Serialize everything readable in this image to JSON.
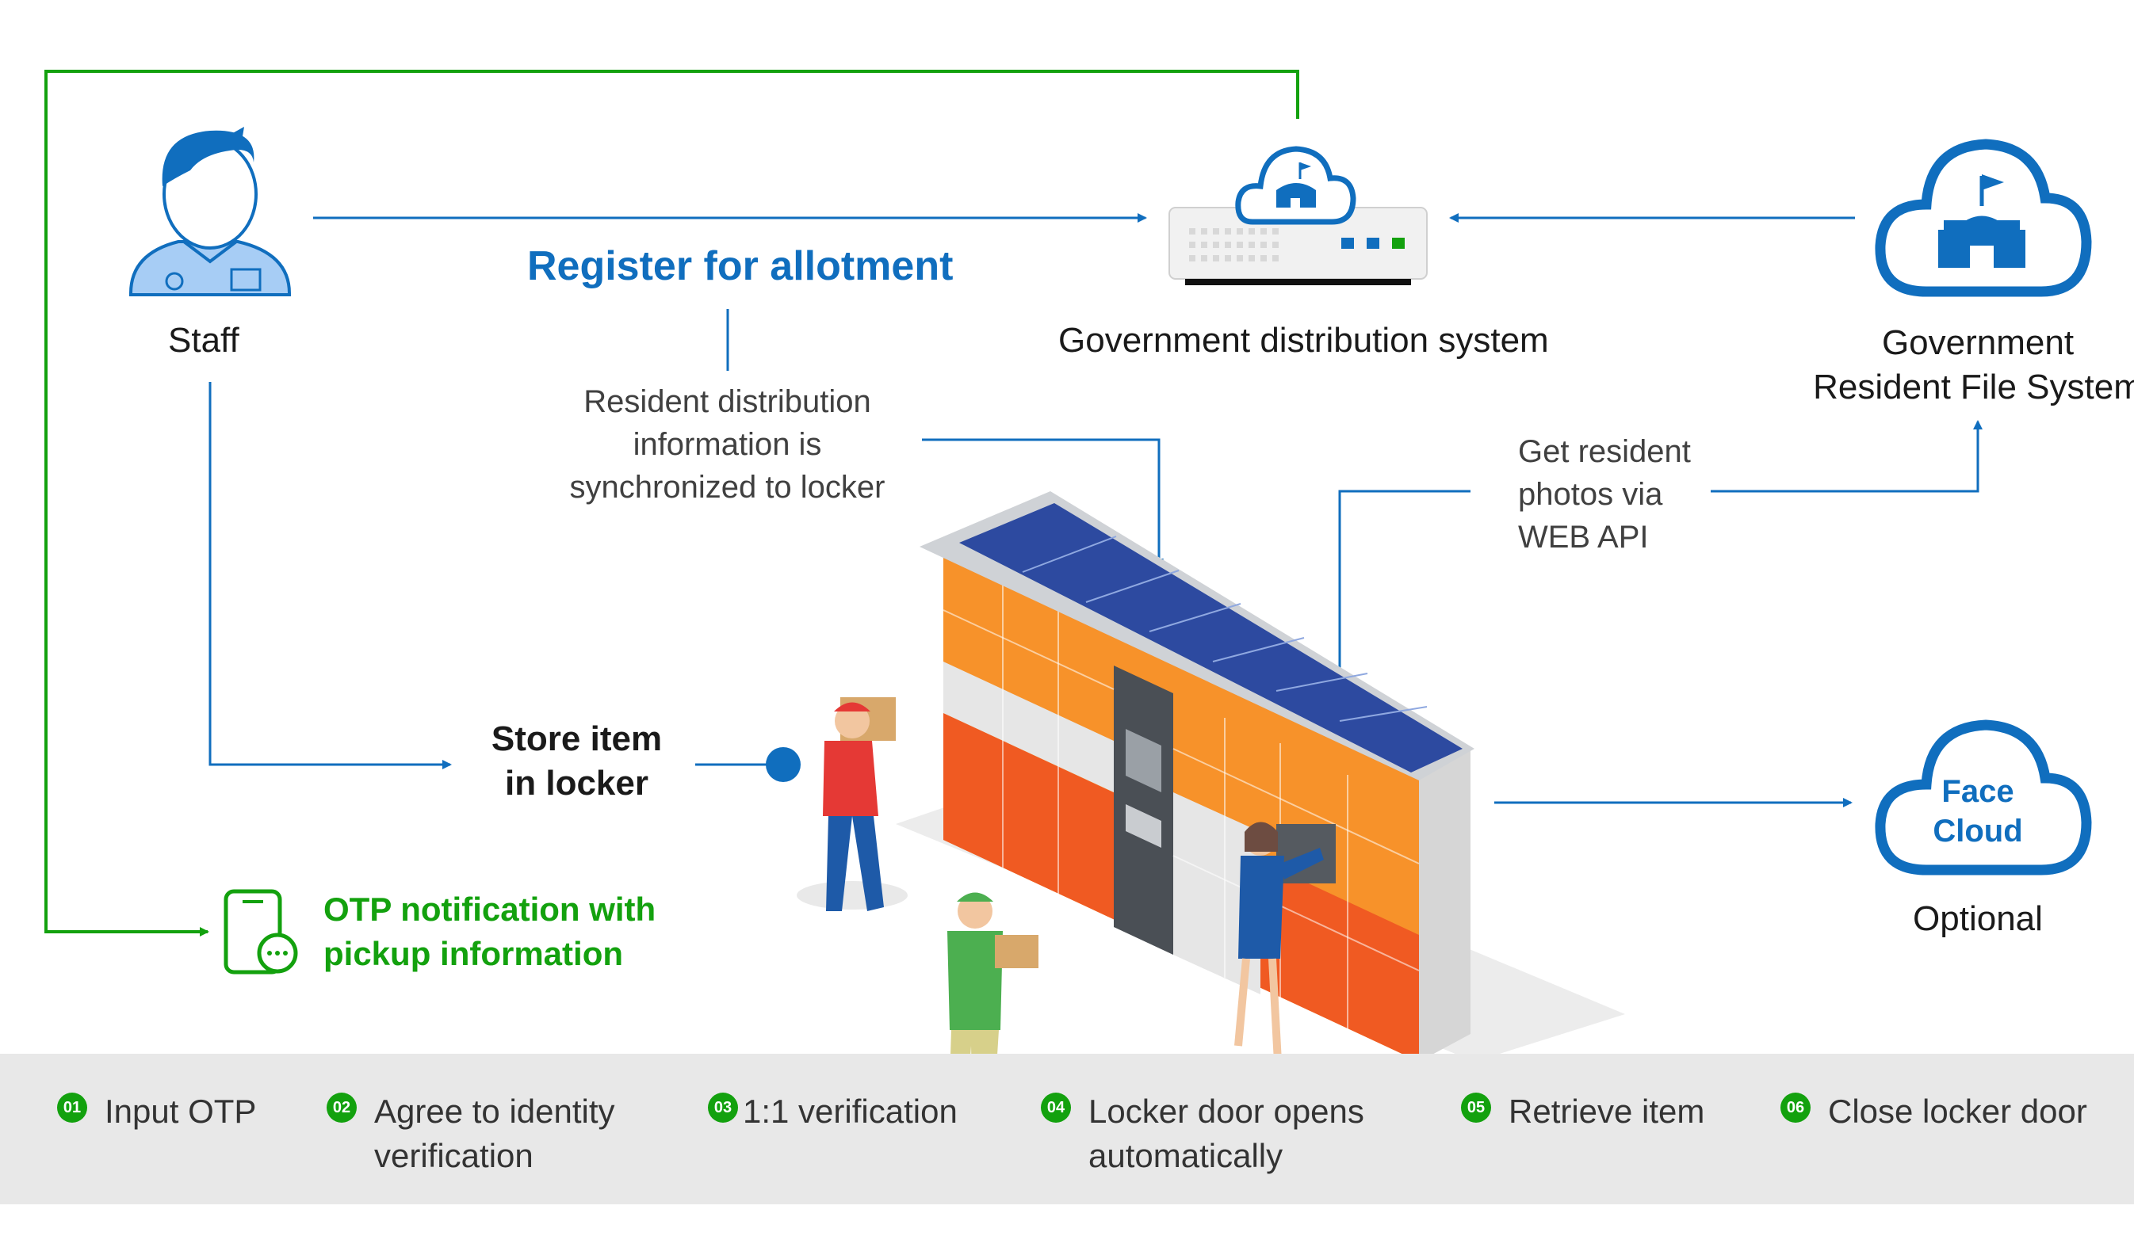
{
  "nodes": {
    "staff": "Staff",
    "gov_distribution": "Government distribution system",
    "gov_resident_line1": "Government",
    "gov_resident_line2": "Resident File System",
    "face_cloud_line1": "Face",
    "face_cloud_line2": "Cloud",
    "optional": "Optional"
  },
  "labels": {
    "register": "Register for allotment",
    "sync_line1": "Resident distribution",
    "sync_line2": "information is",
    "sync_line3": "synchronized to locker",
    "photos_line1": "Get resident",
    "photos_line2": "photos via",
    "photos_line3": "WEB API",
    "store_line1": "Store item",
    "store_line2": "in locker",
    "otp_line1": "OTP notification with",
    "otp_line2": "pickup information"
  },
  "steps": [
    {
      "num": "01",
      "text": "Input OTP"
    },
    {
      "num": "02",
      "text": "Agree to identity\nverification"
    },
    {
      "num": "03",
      "text": "1:1 verification"
    },
    {
      "num": "04",
      "text": "Locker door opens\nautomatically"
    },
    {
      "num": "05",
      "text": "Retrieve item"
    },
    {
      "num": "06",
      "text": "Close locker door"
    }
  ],
  "colors": {
    "blue": "#106ebe",
    "green": "#13a10e",
    "orange": "#f7922a",
    "red_orange": "#f05a22",
    "bar": "#e8e8e8"
  },
  "icons": [
    "staff-avatar-icon",
    "server-icon",
    "government-cloud-icon",
    "face-cloud-icon",
    "phone-message-icon",
    "solar-locker-illustration"
  ]
}
